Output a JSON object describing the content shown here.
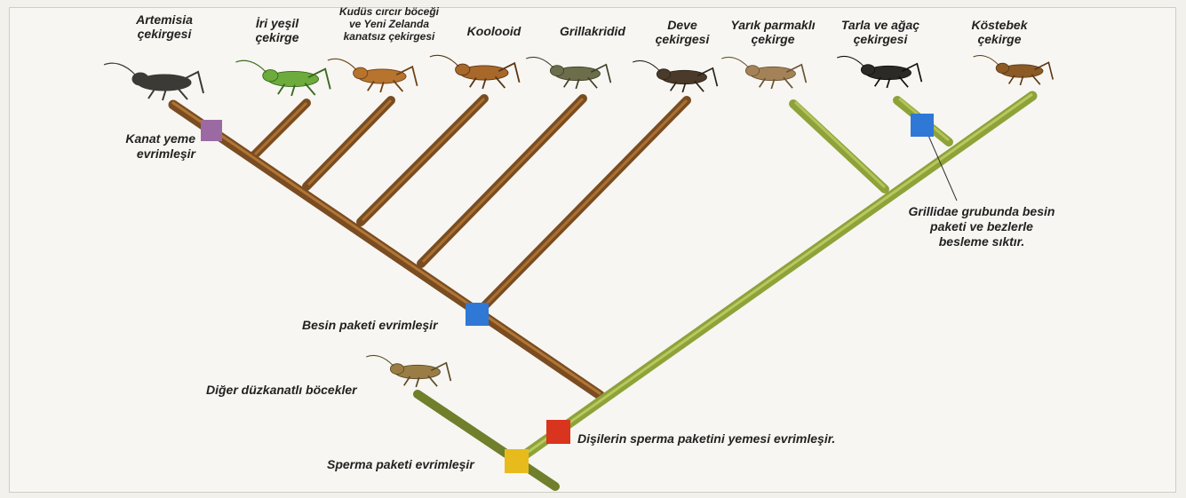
{
  "taxa": [
    {
      "label": "Artemisia\nçekirgesi",
      "icon": "cricket-icon"
    },
    {
      "label": "İri yeşil\nçekirge",
      "icon": "katydid-icon"
    },
    {
      "label": "Kudüs cırcır böceği\nve Yeni Zelanda\nkanatsız çekirgesi",
      "icon": "cricket-icon"
    },
    {
      "label": "Koolooid",
      "icon": "cricket-icon"
    },
    {
      "label": "Grillakridid",
      "icon": "katydid-icon"
    },
    {
      "label": "Deve\nçekirgesi",
      "icon": "cricket-icon"
    },
    {
      "label": "Yarık parmaklı\nçekirge",
      "icon": "cricket-icon"
    },
    {
      "label": "Tarla ve ağaç\nçekirgesi",
      "icon": "cricket-icon"
    },
    {
      "label": "Köstebek\nçekirge",
      "icon": "mole-cricket-icon"
    }
  ],
  "outgroup": {
    "label": "Diğer düzkanatlı böcekler",
    "icon": "grasshopper-icon"
  },
  "events": {
    "wing_eating": {
      "label": "Kanat yeme\nevrimleşir",
      "color": "#9b6aa3"
    },
    "food_package": {
      "label": "Besin paketi evrimleşir",
      "color": "#2f78d6"
    },
    "sperm_package": {
      "label": "Sperma paketi evrimleşir",
      "color": "#e8bb1c"
    },
    "female_eats": {
      "label": "Dişilerin sperma paketini yemesi evrimleşir.",
      "color": "#d9341e"
    },
    "gryllidae": {
      "label": "Grillidae grubunda besin\npaketi ve bezlerle\nbesleme sıktır.",
      "color": "#2f78d6"
    }
  },
  "colors": {
    "brown_branch": "#7a4c21",
    "brown_highlight": "#c9893e",
    "green_branch": "#8ea23a",
    "green_highlight": "#cbd96e"
  }
}
